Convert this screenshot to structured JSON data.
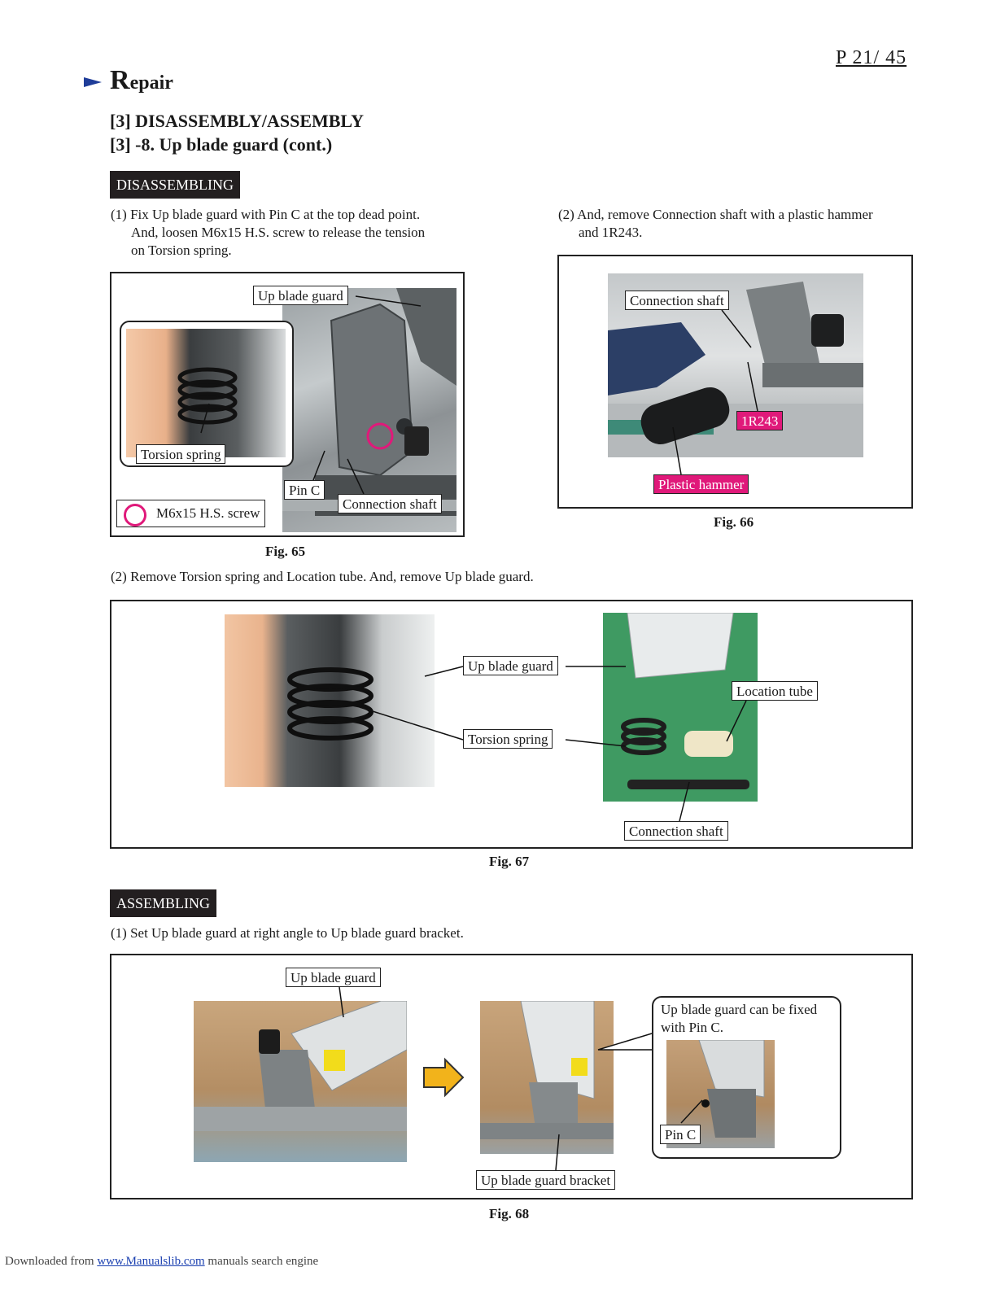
{
  "page_number": "P  21/ 45",
  "section": {
    "initial": "R",
    "rest": "epair"
  },
  "heading1": "[3] DISASSEMBLY/ASSEMBLY",
  "heading2": "[3] -8. Up blade guard (cont.)",
  "disassembling": {
    "badge": "DISASSEMBLING",
    "step1": {
      "line1": "(1) Fix Up blade guard with Pin C at the top dead point.",
      "line2": "And, loosen M6x15 H.S. screw to release the tension",
      "line3": "on Torsion spring."
    },
    "step2_right": {
      "line1": "(2) And, remove Connection shaft with a plastic hammer",
      "line2": "and 1R243."
    },
    "fig65": {
      "labels": {
        "up_blade_guard": "Up blade guard",
        "torsion_spring": "Torsion spring",
        "pin_c": "Pin C",
        "connection_shaft": "Connection shaft",
        "legend_screw": "M6x15 H.S. screw"
      },
      "caption": "Fig. 65"
    },
    "fig66": {
      "labels": {
        "connection_shaft": "Connection shaft",
        "part": "1R243",
        "plastic_hammer": "Plastic hammer"
      },
      "caption": "Fig. 66"
    },
    "step2": "(2) Remove Torsion spring and Location tube. And, remove Up blade guard.",
    "fig67": {
      "labels": {
        "up_blade_guard": "Up blade guard",
        "torsion_spring": "Torsion spring",
        "location_tube": "Location tube",
        "connection_shaft": "Connection shaft"
      },
      "caption": "Fig. 67"
    }
  },
  "assembling": {
    "badge": "ASSEMBLING",
    "step1": "(1) Set Up blade guard at right angle to Up blade guard bracket.",
    "fig68": {
      "labels": {
        "up_blade_guard": "Up blade guard",
        "bracket": "Up blade guard bracket",
        "pin_c": "Pin C"
      },
      "callout": {
        "line1": "Up blade guard can be fixed",
        "line2": "with Pin C."
      },
      "caption": "Fig. 68"
    }
  },
  "footer": {
    "prefix": "Downloaded from ",
    "link": "www.Manualslib.com",
    "suffix": "  manuals search engine"
  },
  "colors": {
    "accent_arrow": "#1f3d99",
    "highlight_pink": "#e0197a",
    "badge_bg": "#231f20",
    "arrow_yellow": "#f2b31b"
  }
}
